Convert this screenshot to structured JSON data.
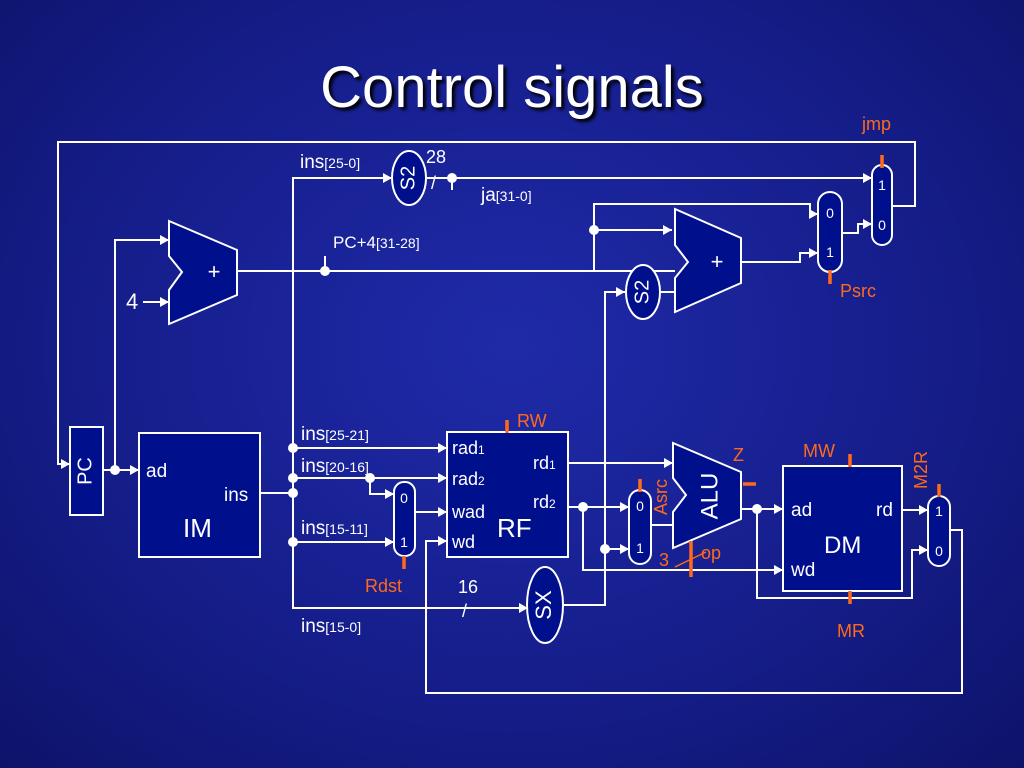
{
  "title": "Control signals",
  "blocks": {
    "pc": "PC",
    "im": "IM",
    "im_ad": "ad",
    "im_ins": "ins",
    "rf": "RF",
    "rf_rad1": "rad",
    "rf_rad1_sub": "1",
    "rf_rad2": "rad",
    "rf_rad2_sub": "2",
    "rf_wad": "wad",
    "rf_wd": "wd",
    "rf_rd1": "rd",
    "rf_rd1_sub": "1",
    "rf_rd2": "rd",
    "rf_rd2_sub": "2",
    "alu": "ALU",
    "dm": "DM",
    "dm_ad": "ad",
    "dm_wd": "wd",
    "dm_rd": "rd",
    "adder1": "+",
    "adder2": "+",
    "s2_top": "S2",
    "s2_mid": "S2",
    "sx": "SX"
  },
  "labels": {
    "const4": "4",
    "ins_25_0": "ins",
    "ins_25_0_sub": "[25-0]",
    "bits28": "28",
    "slash": "/",
    "ja": "ja",
    "ja_sub": "[31-0]",
    "pc4": "PC+4",
    "pc4_sub": "[31-28]",
    "ins_25_21": "ins",
    "ins_25_21_sub": "[25-21]",
    "ins_20_16": "ins",
    "ins_20_16_sub": "[20-16]",
    "ins_15_11": "ins",
    "ins_15_11_sub": "[15-11]",
    "ins_15_0": "ins",
    "ins_15_0_sub": "[15-0]",
    "bits16": "16",
    "mux_0": "0",
    "mux_1": "1"
  },
  "controls": {
    "jmp": "jmp",
    "psrc": "Psrc",
    "rw": "RW",
    "rdst": "Rdst",
    "asrc": "Asrc",
    "z": "Z",
    "op": "op",
    "op_bits": "3",
    "mw": "MW",
    "mr": "MR",
    "m2r": "M2R"
  },
  "colors": {
    "background": "#161e8c",
    "block_fill": "#000f8c",
    "wire": "#ffffff",
    "control": "#ff6a1a"
  }
}
